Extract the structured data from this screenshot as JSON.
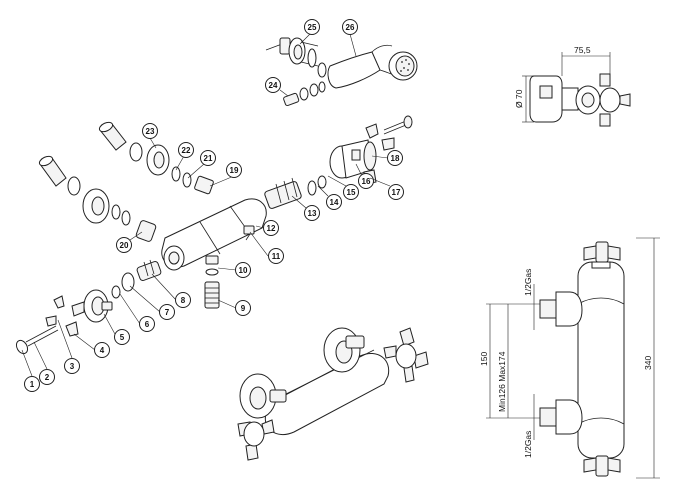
{
  "callouts": [
    {
      "label": "1"
    },
    {
      "label": "2"
    },
    {
      "label": "3"
    },
    {
      "label": "4"
    },
    {
      "label": "5"
    },
    {
      "label": "6"
    },
    {
      "label": "7"
    },
    {
      "label": "8"
    },
    {
      "label": "9"
    },
    {
      "label": "10"
    },
    {
      "label": "11"
    },
    {
      "label": "12"
    },
    {
      "label": "13"
    },
    {
      "label": "14"
    },
    {
      "label": "15"
    },
    {
      "label": "16"
    },
    {
      "label": "17"
    },
    {
      "label": "18"
    },
    {
      "label": "19"
    },
    {
      "label": "20"
    },
    {
      "label": "21"
    },
    {
      "label": "22"
    },
    {
      "label": "23"
    },
    {
      "label": "24"
    },
    {
      "label": "25"
    },
    {
      "label": "26"
    }
  ],
  "dimensions": {
    "width_top": "75,5",
    "diameter": "Ø 70",
    "overall_height": "340",
    "centers": "150",
    "adjust": "Min126  Max174",
    "inlet_top": "1/2Gas",
    "inlet_bottom": "1/2Gas"
  }
}
